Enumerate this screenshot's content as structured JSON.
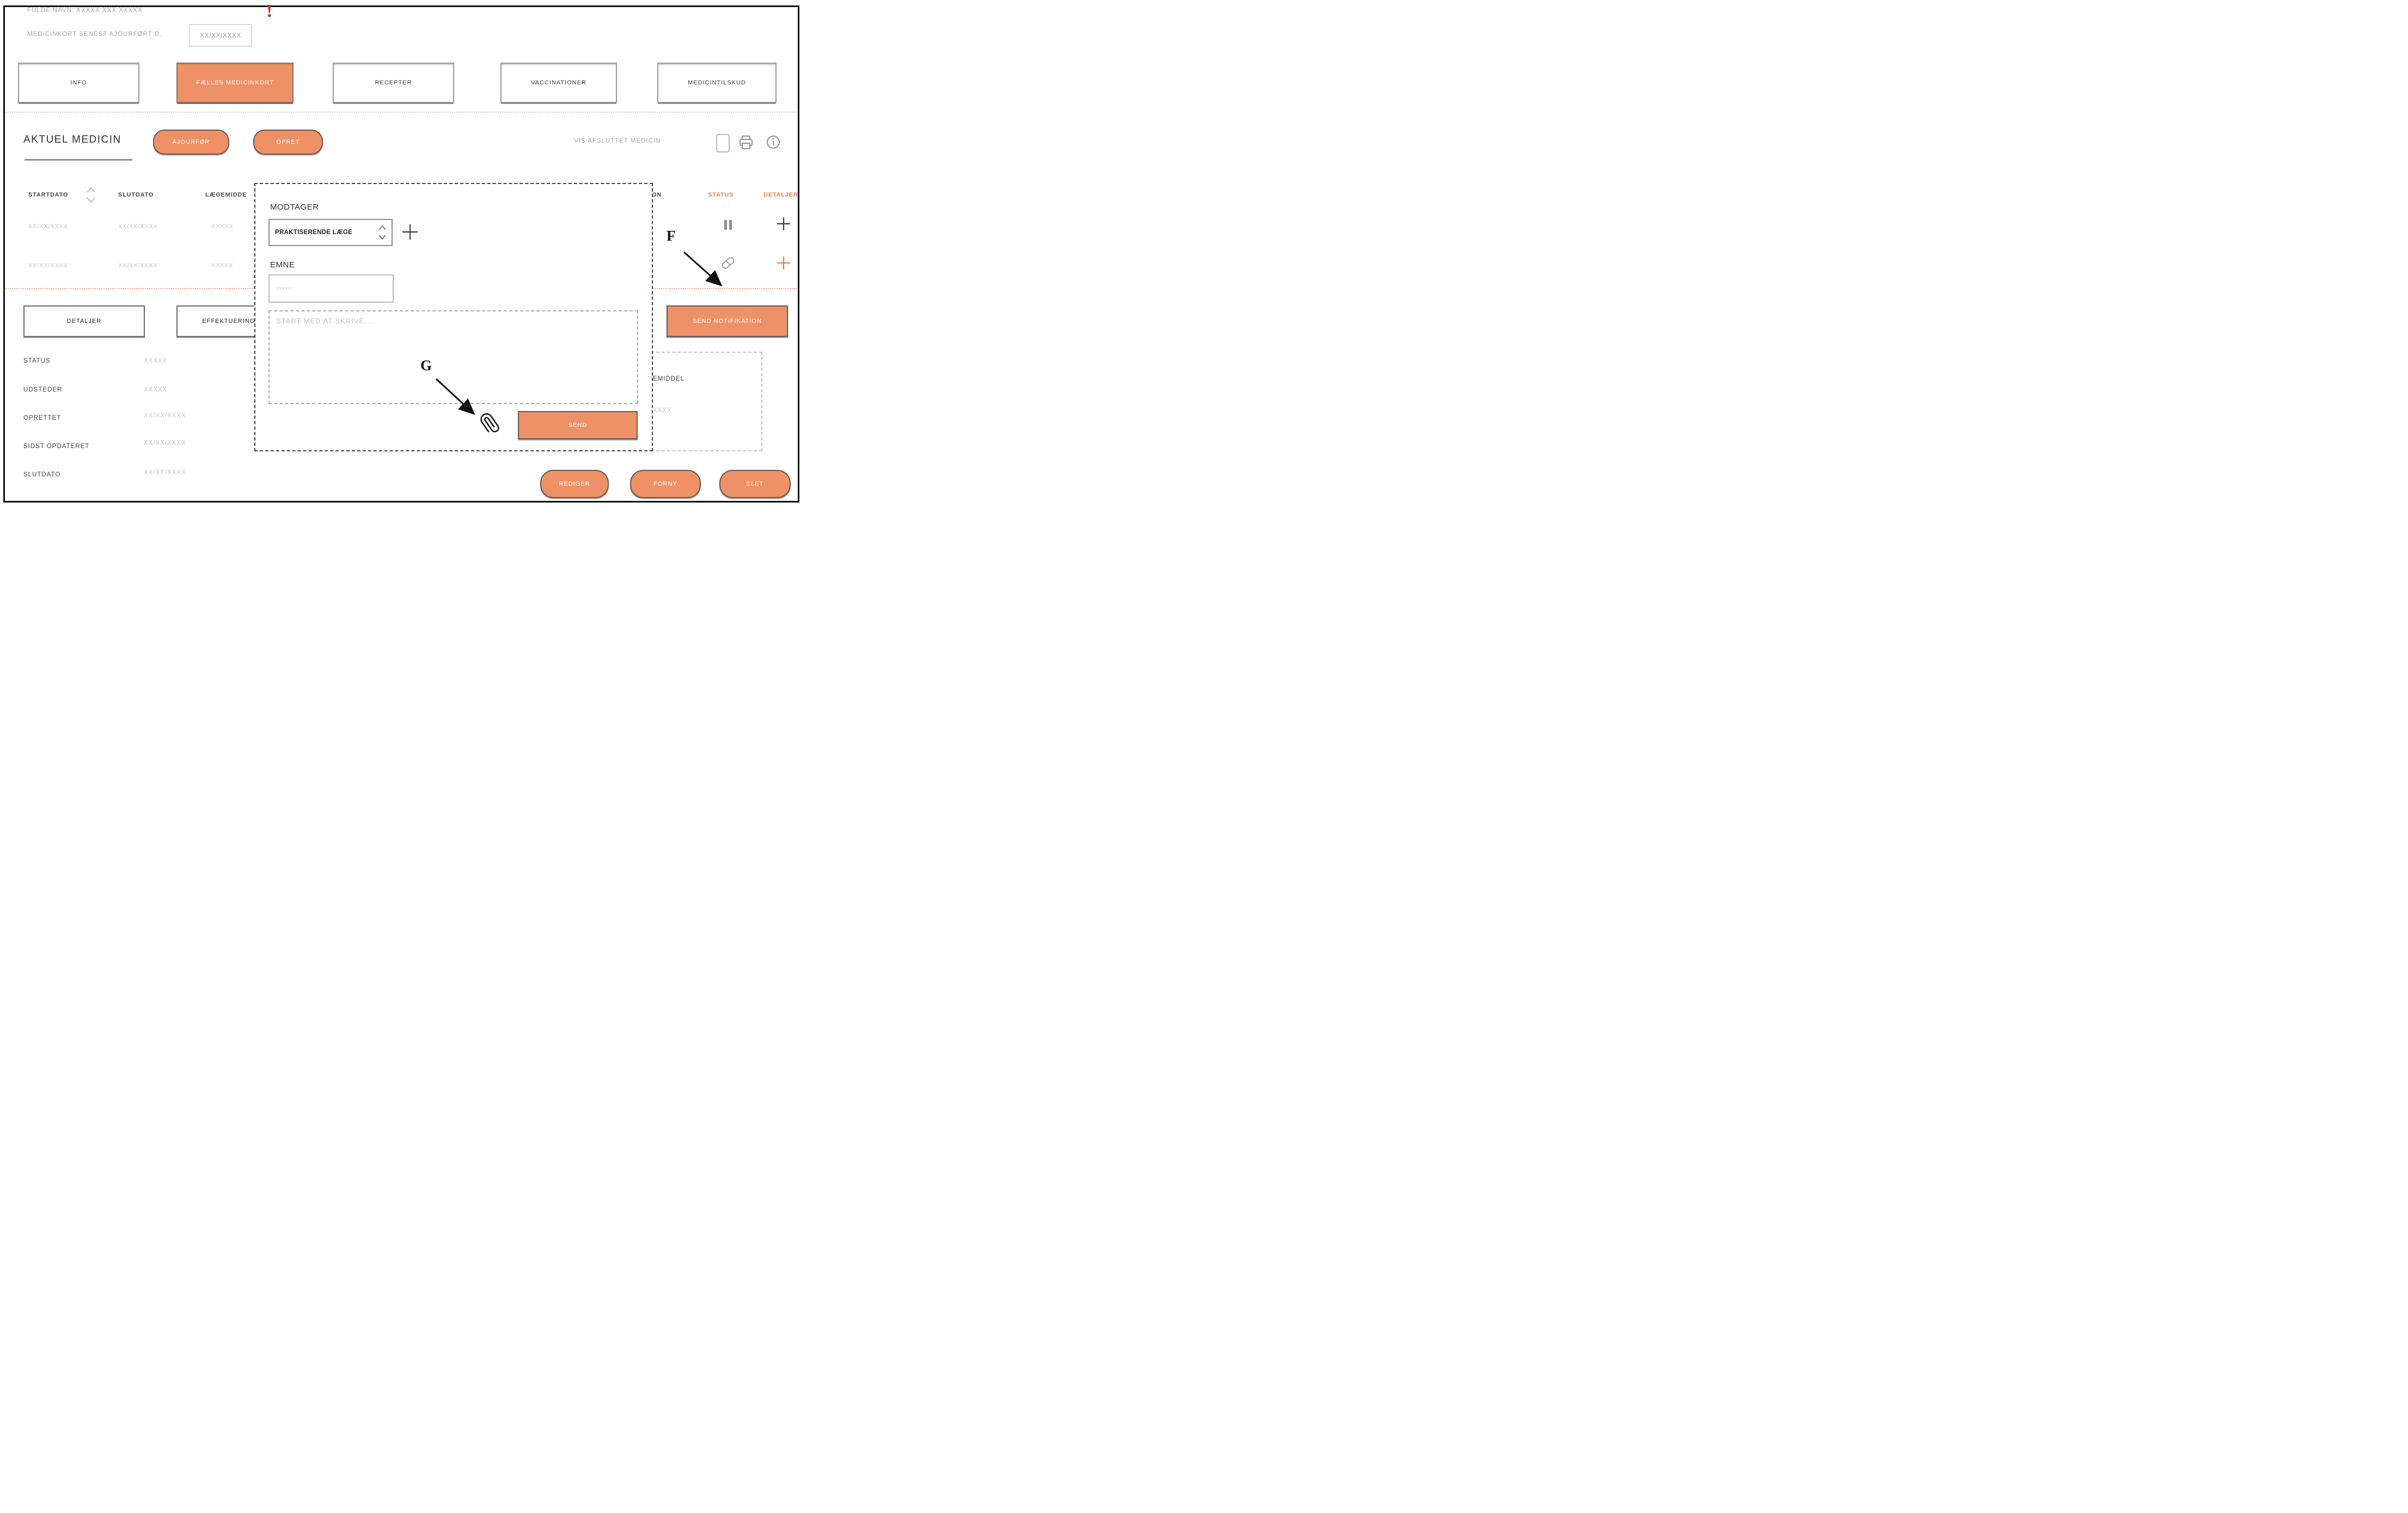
{
  "header": {
    "full_name": "FULDE NAVN: XXXXX XXX XXXXX",
    "alert_mark": "!",
    "card_updated_label": "MEDICINKORT SENEST AJOURFØRT D.",
    "card_updated_value": "XX/XX/XXXX"
  },
  "tabs": [
    {
      "label": "INFO",
      "active": false
    },
    {
      "label": "FÆLLES MEDICINKORT",
      "active": true
    },
    {
      "label": "RECEPTER",
      "active": false
    },
    {
      "label": "VACCINATIONER",
      "active": false
    },
    {
      "label": "MEDICINTILSKUD",
      "active": false
    }
  ],
  "toolbar": {
    "title": "AKTUEL MEDICIN",
    "ajourfor_label": "AJOURFØR",
    "opret_label": "OPRET",
    "vis_afsluttet_label": "VIS AFSLUTTET MEDICIN"
  },
  "table": {
    "headers": {
      "startdato": "STARTDATO",
      "slutdato": "SLUTDATO",
      "laegemiddel": "LÆGEMIDDE",
      "notifikation_partial": "ON",
      "status": "STATUS",
      "detaljer": "DETALJER"
    },
    "rows": [
      {
        "startdato": "XX/XX/XXXX",
        "slutdato": "XX/XX/XXXX",
        "laegemiddel": "XXXXX",
        "status_icon": "pause-icon",
        "detaljer_icon": "plus-black"
      },
      {
        "startdato": "XX/XX/XXXX",
        "slutdato": "XX/XX/XXXX",
        "laegemiddel": "XXXXX",
        "status_icon": "pill-icon",
        "detaljer_icon": "plus-orange"
      }
    ]
  },
  "annotations": {
    "f_label": "F",
    "g_label": "G"
  },
  "detail_panel": {
    "detaljer_label": "DETALJER",
    "effektueringer_label": "EFFEKTUERINGE",
    "send_notifikation_label": "SEND NOTIFIKATION",
    "fields": [
      {
        "label": "STATUS",
        "value": "XXXXX"
      },
      {
        "label": "UDSTEDER",
        "value": "XXXXX"
      },
      {
        "label": "OPRETTET",
        "value": "XX/XX/XXXX"
      },
      {
        "label": "SIDST OPDATERET",
        "value": "XX/XX/XXXX"
      },
      {
        "label": "SLUTDATO",
        "value": "XX/XX/XXXX"
      }
    ],
    "right_box": {
      "laegemiddel_partial": "EMIDDEL",
      "value_partial": "XXXX"
    }
  },
  "modal": {
    "modtager_label": "MODTAGER",
    "modtager_value": "PRAKTISERENDE LÆGE",
    "emne_label": "EMNE",
    "emne_value": "XXXXX",
    "message_placeholder": "START MED AT SKRIVE....",
    "send_label": "SEND"
  },
  "footer": {
    "rediger_label": "REDIGER",
    "forny_label": "FORNY",
    "slet_label": "SLET"
  },
  "icons": {
    "checkbox": "empty-checkbox",
    "printer": "printer-icon",
    "info": "info-circle-icon",
    "sort": "sort-up-down-chevrons",
    "dropdown_spinner": "up-down-chevrons",
    "pause": "pause-icon",
    "pill": "pill-capsule-icon",
    "plus_black": "plus-icon",
    "plus_orange": "plus-icon-orange",
    "paperclip": "paperclip-icon"
  },
  "colors": {
    "accent": "#EF9166",
    "accent_text": "#E87F4E",
    "dotted_orange": "#F2A88A",
    "alert_red": "#E0241B"
  }
}
